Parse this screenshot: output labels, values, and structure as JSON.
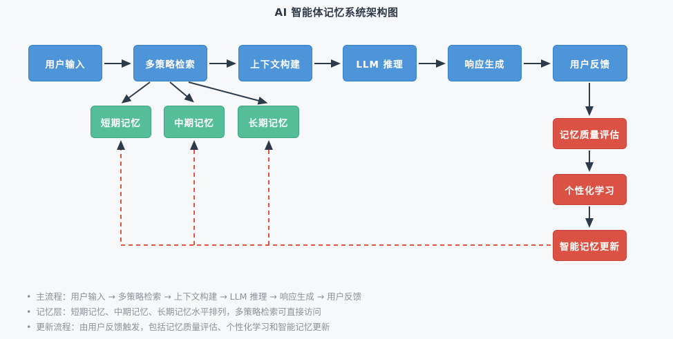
{
  "title": "AI 智能体记忆系统架构图",
  "colors": {
    "background": "#f7f8f9",
    "title_text": "#2e3947",
    "flow_box": "#4d94d9",
    "flow_box_border": "#3583c9",
    "memory_box": "#55be99",
    "memory_box_border": "#3ca57f",
    "update_box": "#db5244",
    "update_box_border": "#c2443a",
    "box_text": "#ffffff",
    "arrow": "#2c3a4a",
    "dashed_line": "#e2523f",
    "note_text": "#8b9197"
  },
  "flow_nodes": [
    {
      "label": "用户输入"
    },
    {
      "label": "多策略检索"
    },
    {
      "label": "上下文构建"
    },
    {
      "label": "LLM 推理"
    },
    {
      "label": "响应生成"
    },
    {
      "label": "用户反馈"
    }
  ],
  "memory_nodes": [
    {
      "label": "短期记忆"
    },
    {
      "label": "中期记忆"
    },
    {
      "label": "长期记忆"
    }
  ],
  "update_nodes": [
    {
      "label": "记忆质量评估"
    },
    {
      "label": "个性化学习"
    },
    {
      "label": "智能记忆更新"
    }
  ],
  "notes": {
    "bullet": "•",
    "items": [
      "主流程：用户输入 → 多策略检索 → 上下文构建 → LLM 推理 → 响应生成 → 用户反馈",
      "记忆层：短期记忆、中期记忆、长期记忆水平排列，多策略检索可直接访问",
      "更新流程：由用户反馈触发，包括记忆质量评估、个性化学习和智能记忆更新"
    ]
  }
}
